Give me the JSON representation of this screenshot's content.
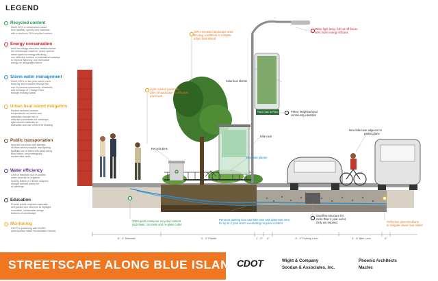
{
  "legend": {
    "title": "LEGEND",
    "items": [
      {
        "name": "Recycled content",
        "color": "#1e9a46",
        "desc": [
          "Divert 90% of construction waste",
          "from landfills, specify new materials",
          "with a minimum 20% recycled content"
        ]
      },
      {
        "name": "Energy conservation",
        "color": "#cf2028",
        "desc": [
          "Meet an energy reduction baseline below",
          "the streetscape baseline; select optimal",
          "street lights for energy efficiency;",
          "use reflective surface on sidewalks/roadways",
          "to improve lightning; use renewable",
          "energy on designated fixture"
        ]
      },
      {
        "name": "Storm water management",
        "color": "#1c87c9",
        "desc": [
          "Divert 100% of two year storm event",
          "from city storm system through the",
          "use of pervious pavements, bioswales",
          "and recharge of Chicago River",
          "through existing outfall"
        ]
      },
      {
        "name": "Urban heat island mitigation",
        "color": "#f5a623",
        "desc": [
          "Reduce ambient summer",
          "temperatures on streets and",
          "sidewalks through use of",
          "reflective pavements on roadways;",
          "light colored materials on",
          "sidewalks and use of trees for shading"
        ]
      },
      {
        "name": "Public transportation",
        "color": "#7a4a23",
        "desc": [
          "Improve bus stops with signage,",
          "shelters where possible, and lighting",
          "facilitate use of bikes with lanes along",
          "Blue Island, and strategically",
          "located bike racks"
        ]
      },
      {
        "name": "Water efficiency",
        "color": "#5b2d8e",
        "desc": [
          "Limit or eliminate use of potable",
          "water sources for irrigation.",
          "Specify Native or Climate adapted,",
          "drought tolerant plants for",
          "all plantings"
        ]
      },
      {
        "name": "Education",
        "color": "#2b2b2b",
        "desc": [
          "Provide public outreach materials/",
          "self-guided tour brochure to highlight",
          "innovative, sustainable design",
          "features of streetscape"
        ]
      },
      {
        "name": "Monitoring",
        "color": "#f5a623",
        "desc": [
          "CDOT is partnering with MWRD",
          "(Metropolitan Water Reclamation District)"
        ]
      }
    ]
  },
  "callouts": {
    "lighting": [
      "White light lamp, full cut off fixture",
      "40% more energy efficient"
    ],
    "shading": [
      "15% increased landscape area",
      "bicoling conditions to mitigate",
      "urban heat island"
    ],
    "solar_shelter": "Solar bus shelter",
    "light_paving": [
      "Light colored pavement",
      "35% of hardscape is reflective",
      "pavement"
    ],
    "pilsen_sign": "Pilsen Calle de Pilsen",
    "pilsen_id": [
      "Pilsen Neighborhood",
      "community identifier"
    ],
    "bike_lane": [
      "New bike lane adjacent to",
      "parking lane"
    ],
    "bike_rack": "Bike rack",
    "recycle": "Recycle bins",
    "bioswale": "Bioswale planter",
    "recycled_content": [
      "100% post-consumer recycled content",
      "(sub-base, concrete and re-glass cullet"
    ],
    "pervious": [
      "Pervious parking lane and bike lane with detention area",
      "for up to 2 year storm eventusing recycled content"
    ],
    "overflow": [
      "Overflow structure for",
      "more than 2 year event.",
      "Only as required."
    ],
    "reflective": [
      "Reflective pavement lane",
      "to mitigate urban heat island"
    ]
  },
  "dimensions": [
    {
      "label": "8' - 0\" Sidewalk"
    },
    {
      "label": "5' - 0\" Planter"
    },
    {
      "label": "1' - 0\""
    },
    {
      "label": "6\""
    },
    {
      "label": "8' - 0\" Parking Lane"
    },
    {
      "label": "4' - 6\" Bike Lane"
    },
    {
      "label": "6\""
    }
  ],
  "footer": {
    "title": "STREETSCAPE ALONG BLUE ISLAND AVENUE",
    "logo": "CDOT",
    "firms_left": [
      "Wight & Company",
      "Soodan & Associates, Inc."
    ],
    "firms_right": [
      "Phoenix Architects",
      "Mactec"
    ]
  }
}
